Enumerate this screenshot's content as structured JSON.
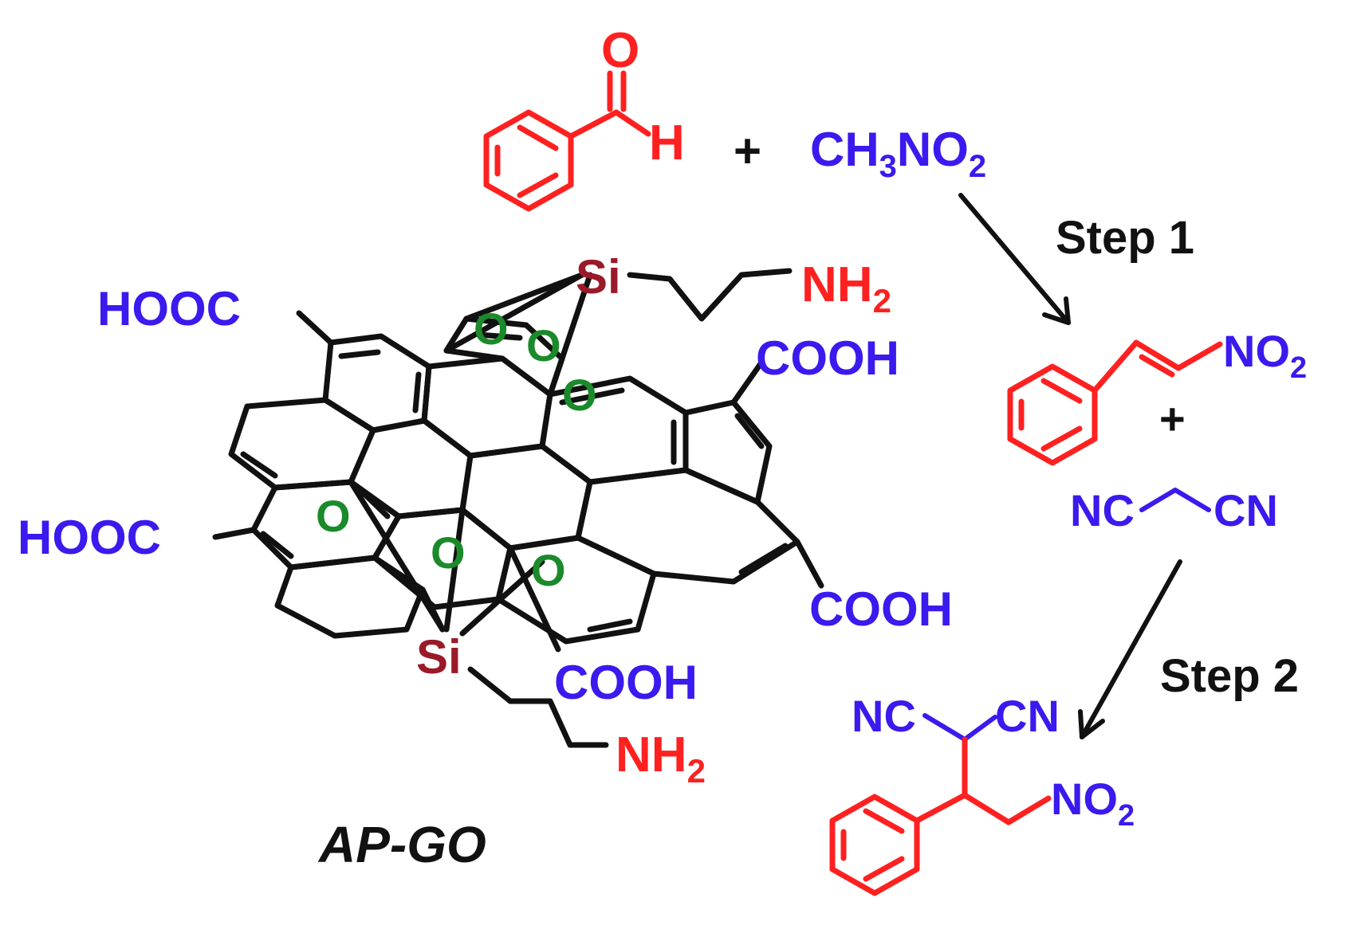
{
  "colors": {
    "reactant": "#ff2020",
    "reagent": "#3a1aee",
    "catalyst_bonds": "#111111",
    "silicon": "#9a1a2a",
    "oxygen": "#1a8a2a",
    "arrow": "#111111"
  },
  "labels": {
    "aldehyde_o": "O",
    "aldehyde_h": "H",
    "plus_1": "+",
    "nitromethane_pre": "CH",
    "nitromethane_sub": "3",
    "nitromethane_post": "NO",
    "nitromethane_sub2": "2",
    "step1": "Step 1",
    "nitrostyrene_no": "NO",
    "nitrostyrene_sub": "2",
    "plus_2": "+",
    "malononitrile_left": "NC",
    "malononitrile_right": "CN",
    "step2": "Step 2",
    "product_nc": "NC",
    "product_cn": "CN",
    "product_no": "NO",
    "product_sub": "2",
    "catalyst_name": "AP-GO",
    "hooc_top": "HOOC",
    "hooc_mid": "HOOC",
    "cooh_right_top": "COOH",
    "cooh_right_bottom": "COOH",
    "cooh_bottom": "COOH",
    "si_top": "Si",
    "si_bottom": "Si",
    "nh_top": "NH",
    "nh_top_sub": "2",
    "nh_bottom": "NH",
    "nh_bottom_sub": "2",
    "o1": "O",
    "o2": "O",
    "o3": "O",
    "o4": "O",
    "o5": "O",
    "o6": "O"
  }
}
